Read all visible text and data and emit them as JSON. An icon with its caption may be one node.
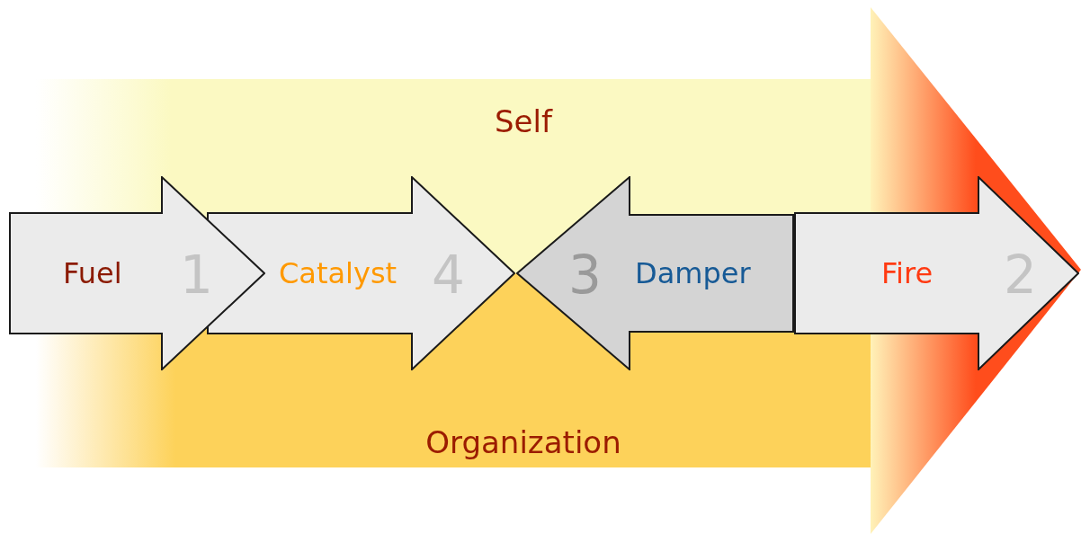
{
  "diagram": {
    "nodes": [
      {
        "text": [
          "Self"
        ]
      },
      {
        "text": [
          "Fuel",
          "1"
        ]
      },
      {
        "text": [
          "Catalyst",
          "4"
        ]
      },
      {
        "text": [
          "3",
          "Damper"
        ]
      },
      {
        "text": [
          "Fire",
          "2"
        ]
      },
      {
        "text": [
          "Organization"
        ]
      }
    ]
  }
}
